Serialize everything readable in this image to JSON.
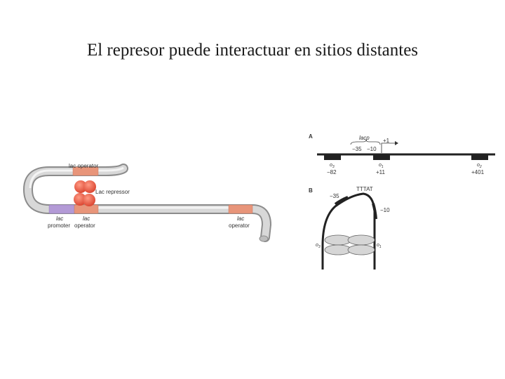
{
  "title": "El represor puede interactuar en sitios distantes",
  "left_diagram": {
    "top_operator_label": "lac operator",
    "repressor_label": "Lac repressor",
    "promoter_label_1": "lac",
    "promoter_label_2": "promoter",
    "operator_label_1_a": "lac",
    "operator_label_1_b": "operator",
    "operator_label_2_a": "lac",
    "operator_label_2_b": "operator"
  },
  "panel_a": {
    "letter": "A",
    "lacp": "lacp",
    "plus1": "+1",
    "minus35": "−35",
    "minus10": "−10",
    "o3": "o",
    "o3_sub": "3",
    "o1": "o",
    "o1_sub": "1",
    "o2": "o",
    "o2_sub": "2",
    "pos_o3": "−82",
    "pos_o1": "+11",
    "pos_o2": "+401"
  },
  "panel_b": {
    "letter": "B",
    "minus35": "−35",
    "tttat": "TTTAT",
    "minus10": "−10",
    "o3": "o",
    "o3_sub": "3",
    "o1": "o",
    "o1_sub": "1"
  },
  "colors": {
    "operator": "#e8957a",
    "promoter": "#b39ad6",
    "repressor": "#e8503a",
    "dna": "#cfcfcf"
  }
}
